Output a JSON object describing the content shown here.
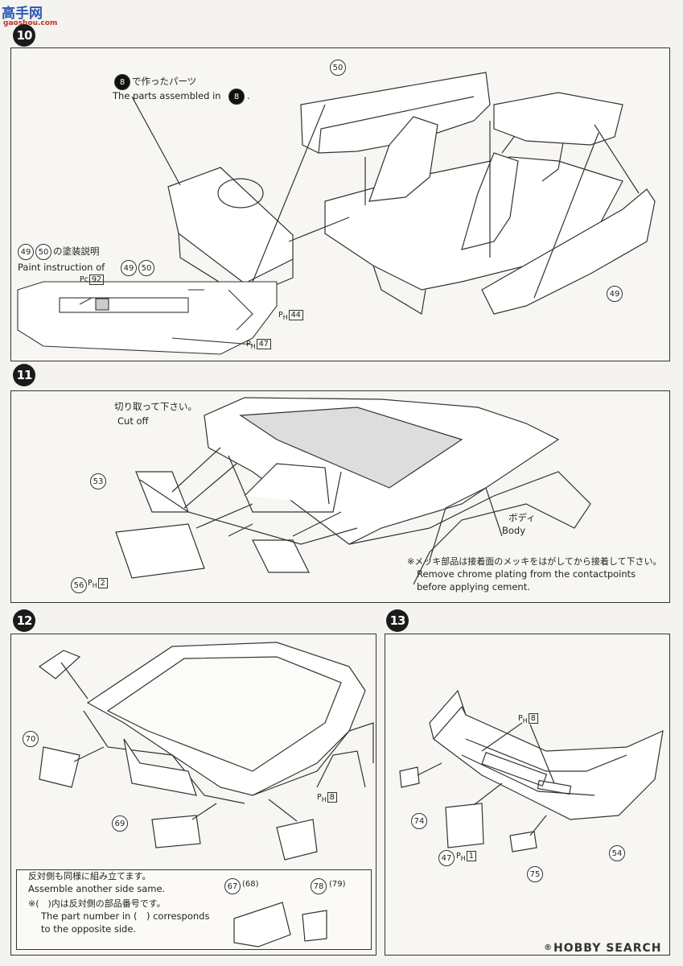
{
  "watermark_top": {
    "brand": "高手网",
    "url": "gaoshou.com"
  },
  "watermark_bottom": {
    "logo": "HOBBY SEARCH",
    "r_mark": "®"
  },
  "steps": {
    "s10": {
      "number": "10",
      "cap1_jp": "で作ったパーツ",
      "cap1_en": "The parts assembled in",
      "ref_step": "8",
      "cap2_jp": "の塗装説明",
      "cap2_en": "Paint instruction of",
      "parts": {
        "p49": "49",
        "p50": "50"
      },
      "codes": {
        "pc": "92",
        "ph1": "44",
        "ph2": "47"
      }
    },
    "s11": {
      "number": "11",
      "cut_jp": "切り取って下さい。",
      "cut_en": "Cut off",
      "body_jp": "ボディ",
      "body_en": "Body",
      "chrome_jp": "※メッキ部品は接着面のメッキをはがしてから接着して下さい。",
      "chrome_en1": "Remove chrome plating from the contactpoints",
      "chrome_en2": "before applying cement.",
      "parts": {
        "p53": "53",
        "p56": "56"
      },
      "codes": {
        "ph": "2"
      }
    },
    "s12": {
      "number": "12",
      "note_jp1": "反対側も同様に組み立てます。",
      "note_en1": "Assemble another side same.",
      "note_jp2": "※(　)内は反対側の部品番号です。",
      "note_en2": "The part number in (　) corresponds",
      "note_en3": "to the opposite side.",
      "parts": {
        "p67": "67",
        "p68": "68",
        "p69": "69",
        "p70": "70",
        "p78": "78",
        "p79": "79"
      },
      "codes": {
        "ph": "8"
      }
    },
    "s13": {
      "number": "13",
      "parts": {
        "p47": "47",
        "p54": "54",
        "p74": "74",
        "p75": "75"
      },
      "codes": {
        "ph1": "8",
        "ph2": "1"
      }
    }
  }
}
